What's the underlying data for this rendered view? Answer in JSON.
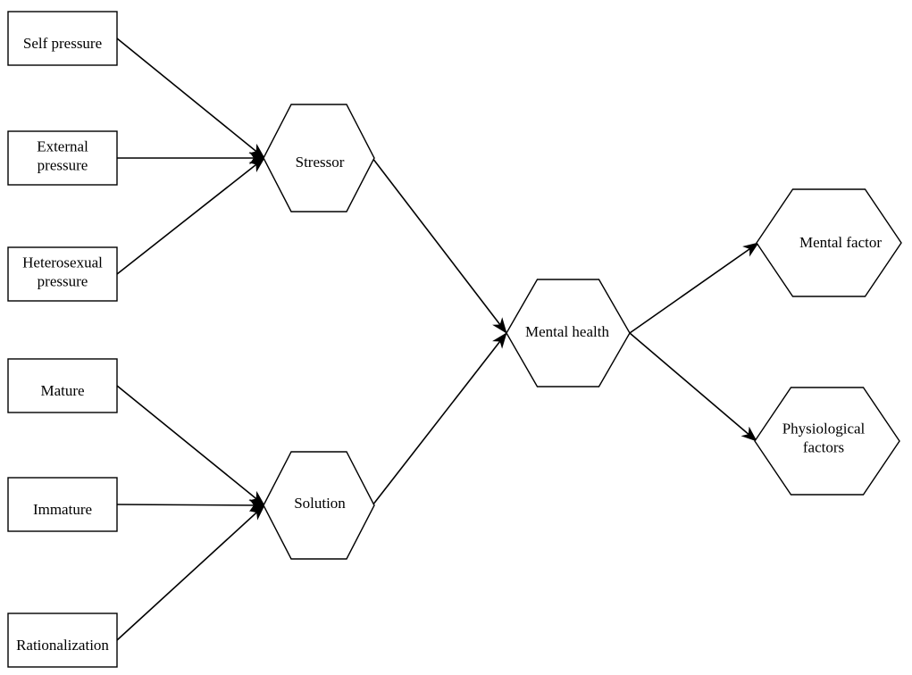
{
  "diagram": {
    "line_color": "#000000",
    "background": "#ffffff",
    "nodes": {
      "self_pressure": {
        "lines": [
          "Self pressure"
        ]
      },
      "external_pressure": {
        "lines": [
          "External",
          "pressure"
        ]
      },
      "heterosexual_pressure": {
        "lines": [
          "Heterosexual",
          "pressure"
        ]
      },
      "mature": {
        "lines": [
          "Mature"
        ]
      },
      "immature": {
        "lines": [
          "Immature"
        ]
      },
      "rationalization": {
        "lines": [
          "Rationalization"
        ]
      },
      "stressor": {
        "lines": [
          "Stressor"
        ]
      },
      "solution": {
        "lines": [
          "Solution"
        ]
      },
      "mental_health": {
        "lines": [
          "Mental health"
        ]
      },
      "mental_factor": {
        "lines": [
          "Mental factor"
        ]
      },
      "physiological_factors": {
        "lines": [
          "Physiological",
          "factors"
        ]
      }
    },
    "edges": [
      {
        "from": "self_pressure",
        "to": "stressor"
      },
      {
        "from": "external_pressure",
        "to": "stressor"
      },
      {
        "from": "heterosexual_pressure",
        "to": "stressor"
      },
      {
        "from": "mature",
        "to": "solution"
      },
      {
        "from": "immature",
        "to": "solution"
      },
      {
        "from": "rationalization",
        "to": "solution"
      },
      {
        "from": "stressor",
        "to": "mental_health"
      },
      {
        "from": "solution",
        "to": "mental_health"
      },
      {
        "from": "mental_health",
        "to": "mental_factor"
      },
      {
        "from": "mental_health",
        "to": "physiological_factors"
      }
    ]
  }
}
